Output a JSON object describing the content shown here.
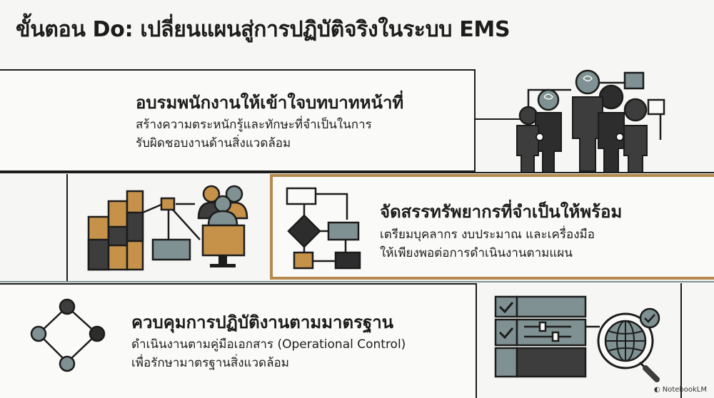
{
  "page": {
    "title": "ขั้นตอน Do: เปลี่ยนแผนสู่การปฏิบัติจริงในระบบ EMS"
  },
  "sections": [
    {
      "heading": "อบรมพนักงานให้เข้าใจบทบาทหน้าที่",
      "line1": "สร้างความตระหนักรู้และทักษะที่จำเป็นในการ",
      "line2": "รับผิดชอบงานด้านสิ่งแวดล้อม"
    },
    {
      "heading": "จัดสรรทรัพยากรที่จำเป็นให้พร้อม",
      "line1": "เตรียมบุคลากร งบประมาณ และเครื่องมือ",
      "line2": "ให้เพียงพอต่อการดำเนินงานตามแผน"
    },
    {
      "heading": "ควบคุมการปฏิบัติงานตามมาตรฐาน",
      "line1": "ดำเนินงานตามคู่มือเอกสาร (Operational Control)",
      "line2": "เพื่อรักษามาตรฐานสิ่งแวดล้อม"
    }
  ],
  "footer": {
    "brand": "NotebookLM"
  },
  "icons": {
    "training": "people-brain-icon",
    "resources": "bar-chart-people-monitor-icon",
    "flowchart": "flowchart-icon",
    "cycle": "cycle-nodes-icon",
    "checklist": "checklist-globe-icon"
  },
  "colors": {
    "ink": "#1c1c1c",
    "slate": "#7f9192",
    "gold": "#c6924a",
    "gold_border": "#b58a4c",
    "charcoal": "#3d3d3d"
  }
}
